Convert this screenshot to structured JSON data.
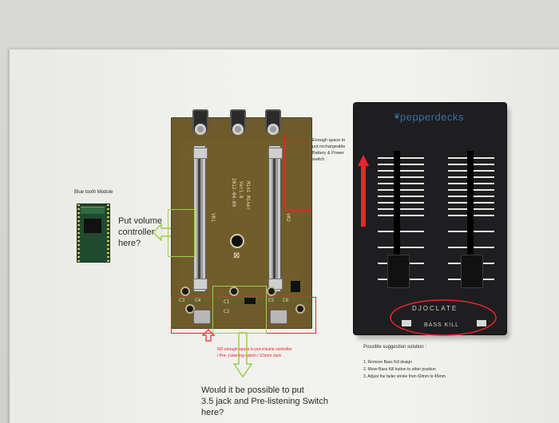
{
  "annotations": {
    "bt_module_label": "Blue tooth Module",
    "volume_note_line1": "Put volume",
    "volume_note_line2": "controller",
    "volume_note_line3": "here?",
    "battery_note_line1": "Enough space to",
    "battery_note_line2": "put rechargeable",
    "battery_note_line3": "Battery & Power",
    "battery_note_line4": "switch .",
    "not_enough_line1": "NO enough space to put volume controller",
    "not_enough_line2": "/ Pre- Listening switch / 3.5mm Jack",
    "jack_note_line1": "Would it be possible to put",
    "jack_note_line2": "3.5 jack and Pre-listening Switch",
    "jack_note_line3": "here?"
  },
  "suggestions": {
    "title": "Possible suggestion solution :",
    "items": [
      "1. Remove Bass Kill design",
      "2. Move Bass Kill button to other position",
      "3. Adjust the fader stroke from 60mm to 45mm"
    ]
  },
  "pcb": {
    "silk1": "Mini Mixer",
    "silk2": "Ver1.0",
    "silk3": "2012-04-09",
    "vr1": "VR1",
    "vr2": "VR2",
    "c1": "C1",
    "c2": "C2",
    "c3": "C3",
    "c4": "C4",
    "c5": "C5",
    "c6": "C6"
  },
  "mixer": {
    "brand": "pepperdecks",
    "model": "DJOCLATE",
    "button": "BASS KILL"
  },
  "colors": {
    "annotation_green": "#9ccf4a",
    "annotation_red": "#e8262a",
    "brand_blue": "#3a6fa8"
  }
}
